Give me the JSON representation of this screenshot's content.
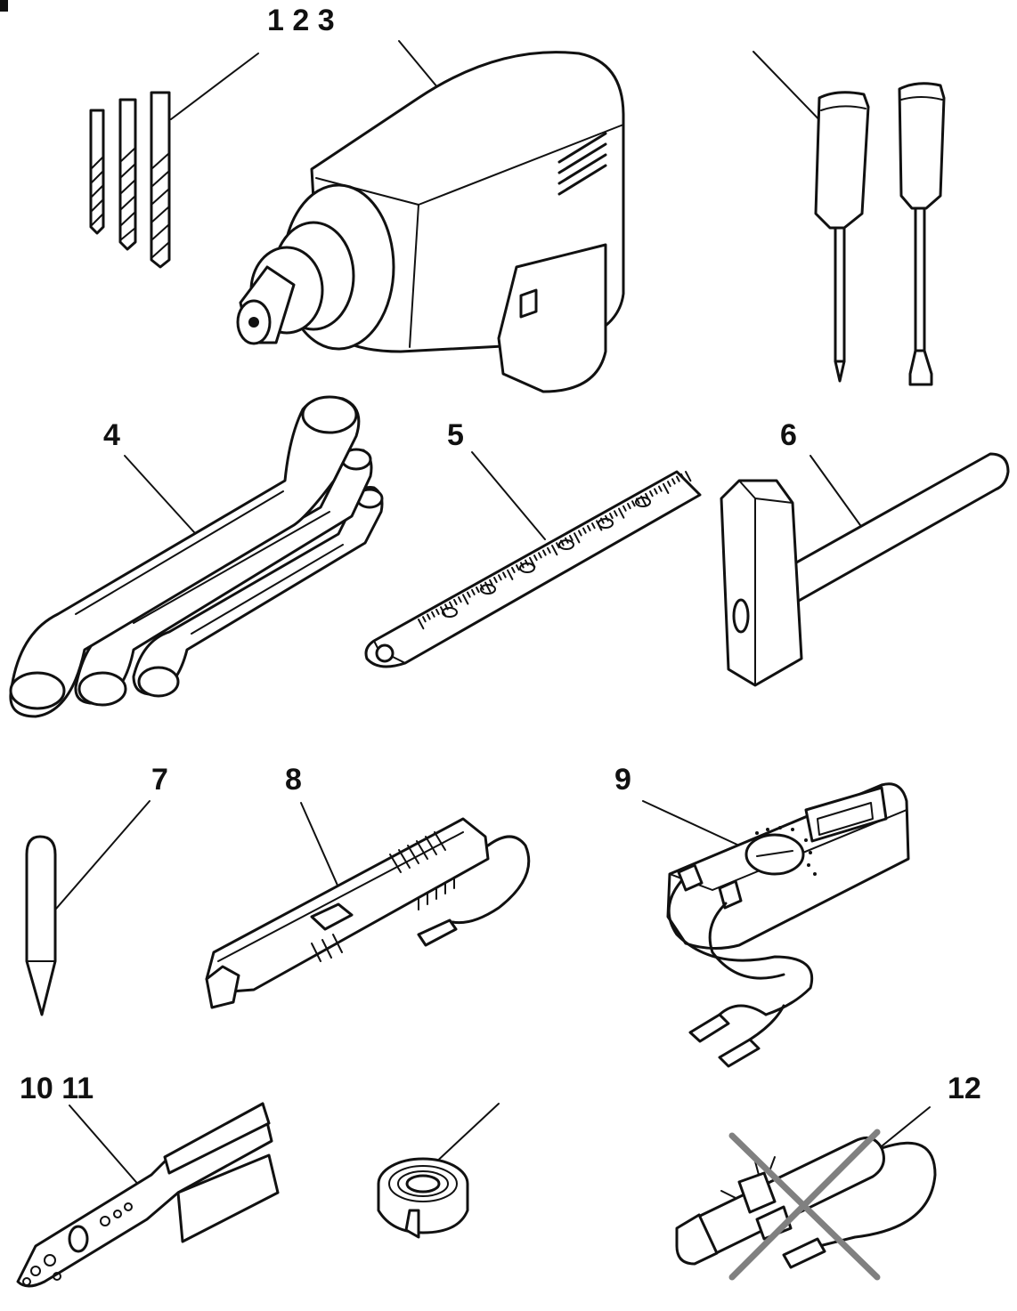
{
  "labels": {
    "drill_group": "1 2 3",
    "wrenches": "4",
    "ruler": "5",
    "hammer": "6",
    "punch": "7",
    "stripper": "8",
    "multimeter": "9",
    "pliers": "10 11",
    "tester": "12"
  },
  "colors": {
    "line": "#111111",
    "background": "#ffffff",
    "cross": "#808080"
  },
  "icons": {
    "drill_bits": "drill-bits-icon",
    "drill": "power-drill-icon",
    "screwdrivers": "screwdrivers-icon",
    "wrenches": "ring-spanners-icon",
    "ruler": "ruler-icon",
    "hammer": "hammer-icon",
    "punch": "center-punch-icon",
    "stripper": "wire-stripper-icon",
    "multimeter": "multimeter-icon",
    "pliers": "crimping-pliers-icon",
    "tape": "insulating-tape-icon",
    "tester": "crossed-out-voltage-tester-icon"
  }
}
